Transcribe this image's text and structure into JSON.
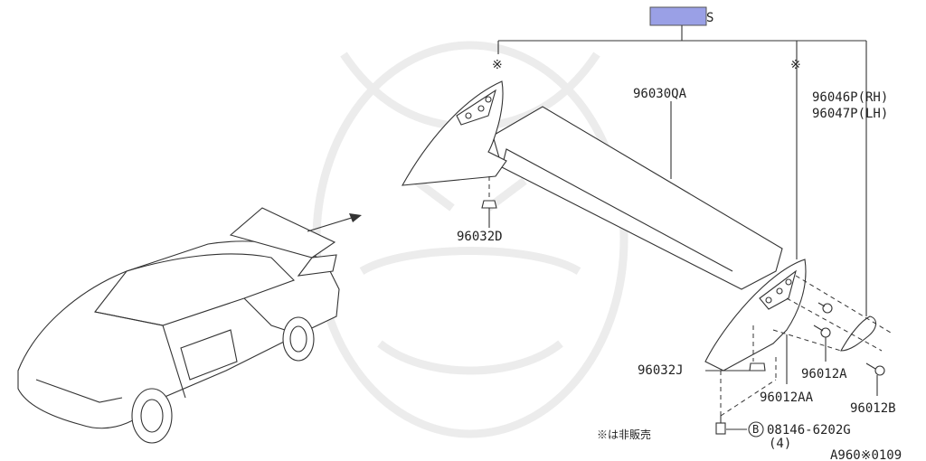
{
  "labels": {
    "top_box_suffix": "S",
    "spoiler_main": "96030QA",
    "end_plate_rh": "96046P(RH)",
    "end_plate_lh": "96047P(LH)",
    "clip_d": "96032D",
    "clip_j": "96032J",
    "screw_a": "96012A",
    "screw_aa": "96012AA",
    "screw_b": "96012B",
    "bolt_circle": "B",
    "bolt_code": "08146-6202G",
    "bolt_qty": "(4)",
    "not_sold_mark": "※",
    "note": "※は非販売",
    "diagram_code": "A960※0109"
  },
  "colors": {
    "highlight_box": "#9aa0e6",
    "line": "#333333",
    "watermark": "#ececec"
  }
}
